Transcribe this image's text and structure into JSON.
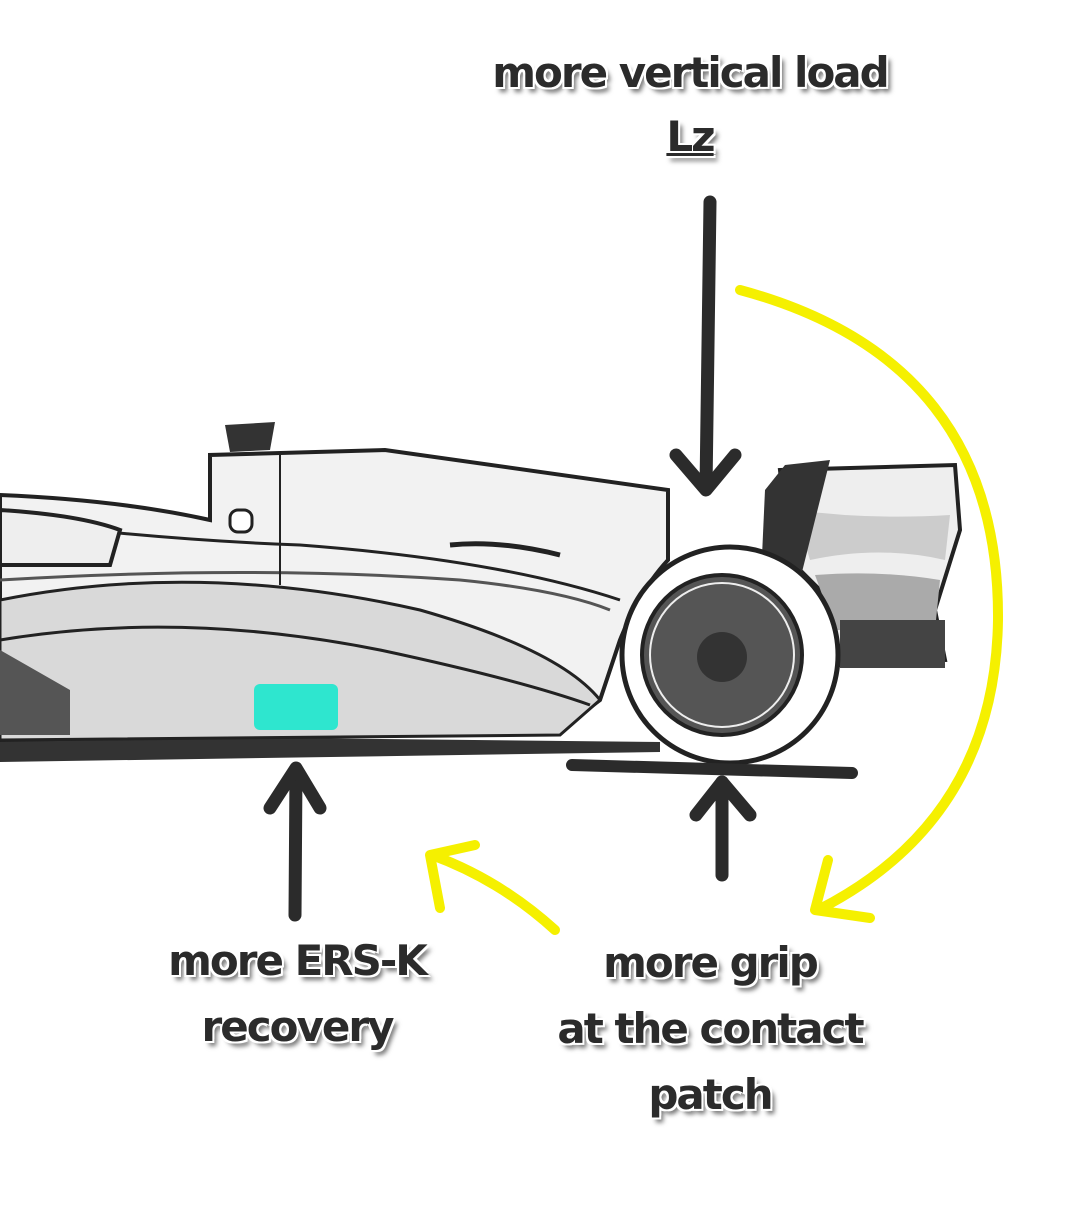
{
  "labels": {
    "vertical_load": "more vertical load",
    "lz": "Lz",
    "ers_line1": "more ERS-K",
    "ers_line2": "recovery",
    "grip_line1": "more grip",
    "grip_line2": "at the contact",
    "grip_line3": "patch"
  },
  "colors": {
    "arrow": "#2b2b2b",
    "flow": "#f5f000",
    "ers_unit": "#2ee6cf"
  }
}
